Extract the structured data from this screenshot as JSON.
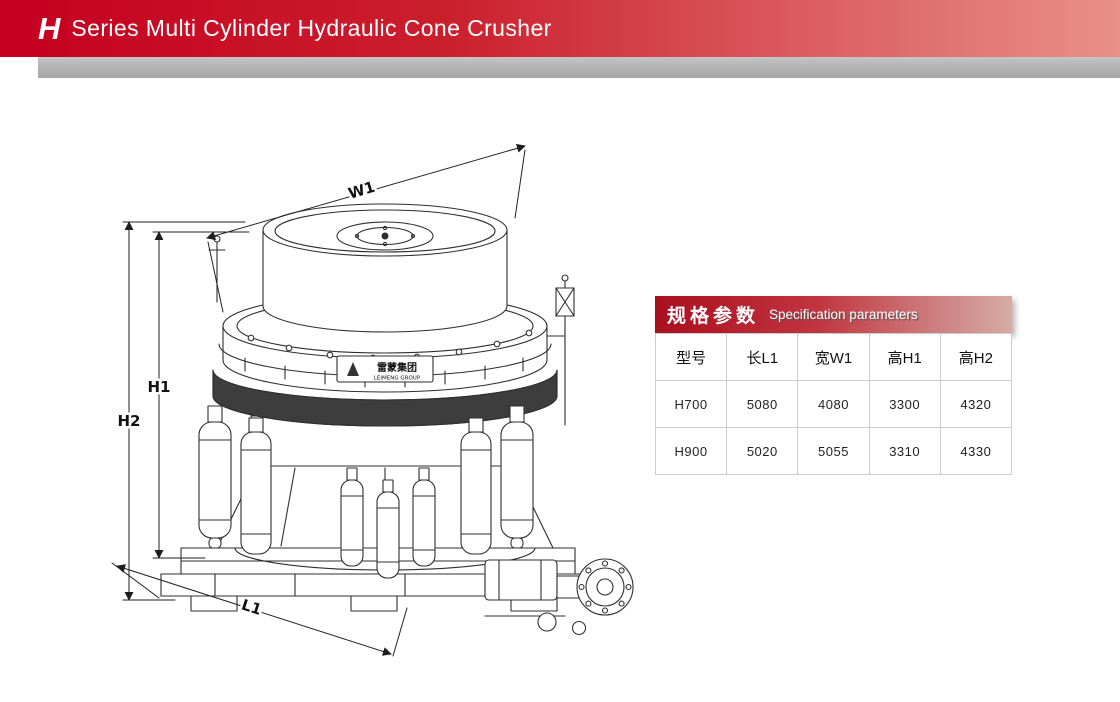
{
  "header": {
    "series_letter": "H",
    "title": "Series Multi Cylinder Hydraulic Cone Crusher"
  },
  "drawing": {
    "labels": {
      "w1": "W1",
      "h1": "H1",
      "h2": "H2",
      "l1": "L1"
    },
    "logo": {
      "cn": "雷蒙集团",
      "en": "LEIMENG GROUP"
    }
  },
  "spec_table": {
    "title_cn": "规格参数",
    "title_en": "Specification parameters",
    "columns": [
      "型号",
      "长L1",
      "宽W1",
      "高H1",
      "高H2"
    ],
    "rows": [
      {
        "model": "H700",
        "l1": "5080",
        "w1": "4080",
        "h1": "3300",
        "h2": "4320"
      },
      {
        "model": "H900",
        "l1": "5020",
        "w1": "5055",
        "h1": "3310",
        "h2": "4330"
      }
    ]
  },
  "colors": {
    "accent_red": "#c30d23",
    "divider_gray": "#b3b3b3"
  }
}
